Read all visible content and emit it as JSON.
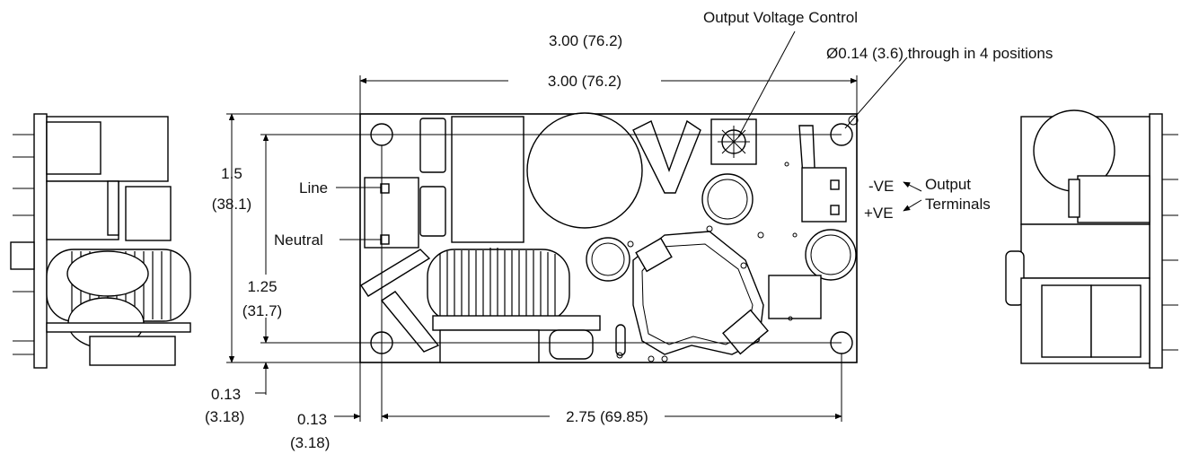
{
  "labels": {
    "dim_top_length": "3.00 (76.2)",
    "dim_board_length": "3.00 (76.2)",
    "output_voltage_control": "Output Voltage Control",
    "mounting_holes": "Ø0.14 (3.6) through in 4 positions",
    "dim_height_in": "1.5",
    "dim_height_mm": "(38.1)",
    "line": "Line",
    "neutral": "Neutral",
    "dim_hole_spacing_in": "1.25",
    "dim_hole_spacing_mm": "(31.7)",
    "dim_bottom_offset_in": "0.13",
    "dim_bottom_offset_mm": "(3.18)",
    "dim_side_offset_in": "0.13",
    "dim_side_offset_mm": "(3.18)",
    "dim_hole_length": "2.75 (69.85)",
    "neg_terminal": "-VE",
    "pos_terminal": "+VE",
    "output": "Output",
    "terminals": "Terminals"
  }
}
